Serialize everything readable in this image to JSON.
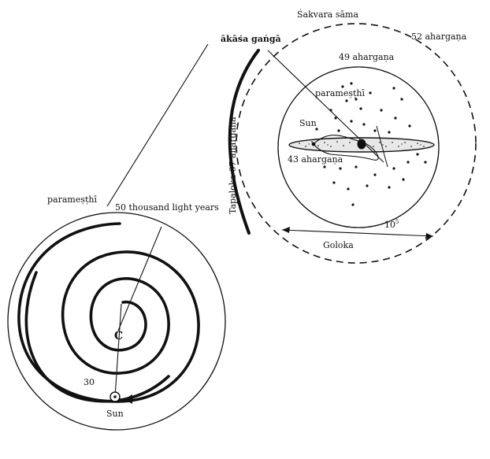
{
  "labels": {
    "sakvara_sama": "Śakvara sāma",
    "ahargana_52": "52 ahargaṇa",
    "ahargana_49": "49 ahargaṇa",
    "akasa_ganga": "ākāśa gaṅgā",
    "paramesthi_top": "parameṣṭhī",
    "sun_top": "Sun",
    "ahargana_43": "43 ahargaṇa",
    "tapaloka": "Tapaloka 67 ahargaṇa",
    "power_base": "10",
    "power_exp": "5",
    "goloka": "Goloka",
    "paramesthi_left": "parameṣṭhī",
    "light_years": "50 thousand light years",
    "center": "C",
    "thirty": "30",
    "sun_bottom": "Sun"
  },
  "colors": {
    "ink": "#111111",
    "paper": "#ffffff"
  }
}
